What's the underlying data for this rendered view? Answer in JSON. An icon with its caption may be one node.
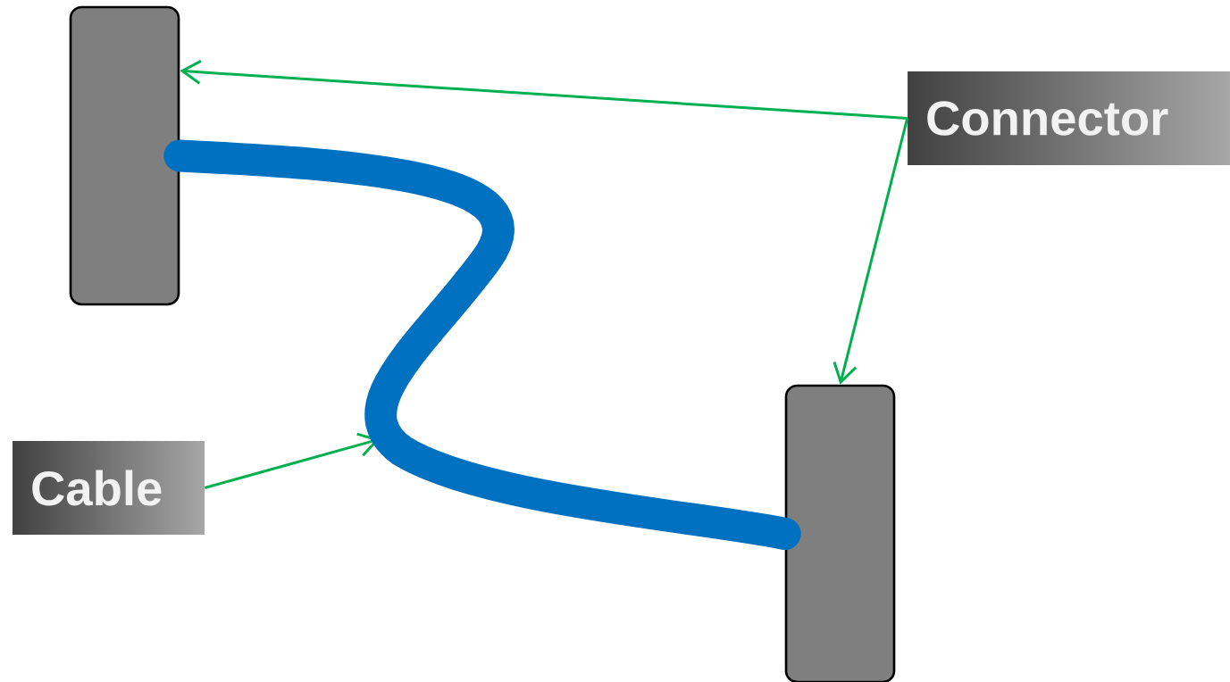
{
  "diagram": {
    "nodes": [
      {
        "text": [
          "Connector"
        ]
      },
      {
        "text": [
          "Cable"
        ]
      },
      {
        "text": [],
        "shape": "box"
      },
      {
        "text": [],
        "shape": "box"
      }
    ],
    "edges": [
      {
        "from": 0,
        "to": 2,
        "arrow": "to"
      },
      {
        "from": 0,
        "to": 3,
        "arrow": "to"
      },
      {
        "from": 1,
        "to": null,
        "arrow": "to"
      },
      {
        "from": 2,
        "to": 3,
        "arrow": "none",
        "style": "thick",
        "color": "#0070c0"
      }
    ]
  }
}
